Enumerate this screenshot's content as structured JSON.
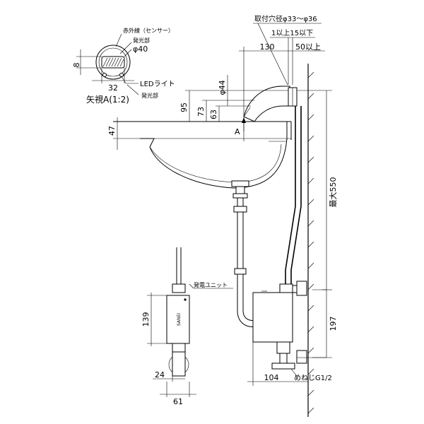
{
  "detail_view": {
    "infrared_label": "赤外線（センサー）",
    "emitter_label_top": "発光部",
    "diameter_label": "φ40",
    "dim_height": "8",
    "dim_width": "32",
    "led_label": "LEDライト",
    "emitter_label_bottom": "発光部",
    "view_title": "矢視A(1:2)"
  },
  "top_dims": {
    "hole_diameter": "取付穴径φ33～φ36",
    "thickness_range": "1以上15以下",
    "dim_130": "130",
    "dim_50_min": "50以上"
  },
  "faucet_dims": {
    "spout_diameter": "φ44",
    "h95": "95",
    "h73": "73",
    "h63": "63",
    "h47": "47",
    "arrow_label": "A"
  },
  "right_dims": {
    "max_550": "最大550",
    "h197": "197",
    "w104": "104",
    "thread": "めねじG1/2"
  },
  "generator": {
    "label": "発電ユニット",
    "brand": "SANEI",
    "h139": "139",
    "w24": "24",
    "w61": "61"
  }
}
